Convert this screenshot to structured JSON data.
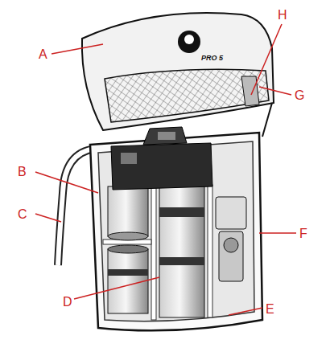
{
  "diagram": {
    "labels": [
      "A",
      "B",
      "C",
      "D",
      "E",
      "F",
      "G",
      "H",
      "PRO 5"
    ]
  }
}
